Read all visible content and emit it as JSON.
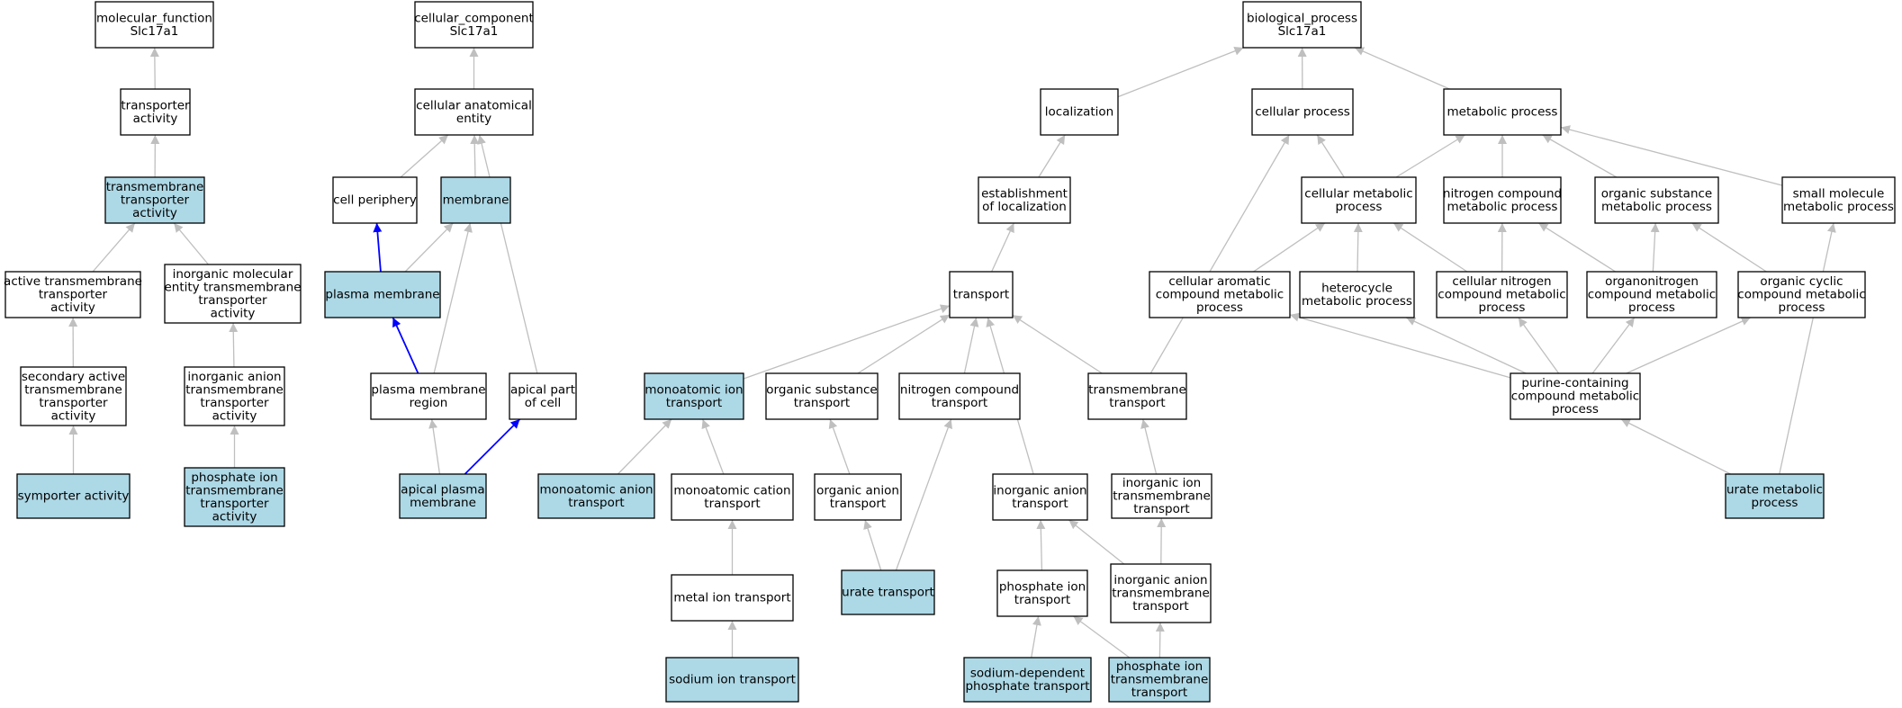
{
  "colors": {
    "highlight": "#add8e6",
    "plain": "#ffffff",
    "edge_grey": "#bfbfbf",
    "edge_blue": "#0000ff"
  },
  "nodes": [
    {
      "id": "mf",
      "lines": [
        "molecular_function",
        "Slc17a1"
      ],
      "hl": false
    },
    {
      "id": "ta",
      "lines": [
        "transporter",
        "activity"
      ],
      "hl": false
    },
    {
      "id": "tmta",
      "lines": [
        "transmembrane",
        "transporter",
        "activity"
      ],
      "hl": true
    },
    {
      "id": "atta",
      "lines": [
        "active transmembrane",
        "transporter",
        "activity"
      ],
      "hl": false
    },
    {
      "id": "imetta",
      "lines": [
        "inorganic molecular",
        "entity transmembrane",
        "transporter",
        "activity"
      ],
      "hl": false
    },
    {
      "id": "satta",
      "lines": [
        "secondary active",
        "transmembrane",
        "transporter",
        "activity"
      ],
      "hl": false
    },
    {
      "id": "iatta",
      "lines": [
        "inorganic anion",
        "transmembrane",
        "transporter",
        "activity"
      ],
      "hl": false
    },
    {
      "id": "sym",
      "lines": [
        "symporter activity"
      ],
      "hl": true
    },
    {
      "id": "pitta",
      "lines": [
        "phosphate ion",
        "transmembrane",
        "transporter",
        "activity"
      ],
      "hl": true
    },
    {
      "id": "cc",
      "lines": [
        "cellular_component",
        "Slc17a1"
      ],
      "hl": false
    },
    {
      "id": "cae",
      "lines": [
        "cellular anatomical",
        "entity"
      ],
      "hl": false
    },
    {
      "id": "cp",
      "lines": [
        "cell periphery"
      ],
      "hl": false
    },
    {
      "id": "mem",
      "lines": [
        "membrane"
      ],
      "hl": true
    },
    {
      "id": "pm",
      "lines": [
        "plasma membrane"
      ],
      "hl": true
    },
    {
      "id": "pmr",
      "lines": [
        "plasma membrane",
        "region"
      ],
      "hl": false
    },
    {
      "id": "apc",
      "lines": [
        "apical part",
        "of cell"
      ],
      "hl": false
    },
    {
      "id": "apm",
      "lines": [
        "apical plasma",
        "membrane"
      ],
      "hl": true
    },
    {
      "id": "bp",
      "lines": [
        "biological_process",
        "Slc17a1"
      ],
      "hl": false
    },
    {
      "id": "loc",
      "lines": [
        "localization"
      ],
      "hl": false
    },
    {
      "id": "cellp",
      "lines": [
        "cellular process"
      ],
      "hl": false
    },
    {
      "id": "metp",
      "lines": [
        "metabolic process"
      ],
      "hl": false
    },
    {
      "id": "eol",
      "lines": [
        "establishment",
        "of localization"
      ],
      "hl": false
    },
    {
      "id": "cmp",
      "lines": [
        "cellular metabolic",
        "process"
      ],
      "hl": false
    },
    {
      "id": "ncmp",
      "lines": [
        "nitrogen compound",
        "metabolic process"
      ],
      "hl": false
    },
    {
      "id": "osmp",
      "lines": [
        "organic substance",
        "metabolic process"
      ],
      "hl": false
    },
    {
      "id": "smmp",
      "lines": [
        "small molecule",
        "metabolic process"
      ],
      "hl": false
    },
    {
      "id": "tr",
      "lines": [
        "transport"
      ],
      "hl": false
    },
    {
      "id": "cacmp",
      "lines": [
        "cellular aromatic",
        "compound metabolic",
        "process"
      ],
      "hl": false
    },
    {
      "id": "hmp",
      "lines": [
        "heterocycle",
        "metabolic process"
      ],
      "hl": false
    },
    {
      "id": "cncmp",
      "lines": [
        "cellular nitrogen",
        "compound metabolic",
        "process"
      ],
      "hl": false
    },
    {
      "id": "oncmp",
      "lines": [
        "organonitrogen",
        "compound metabolic",
        "process"
      ],
      "hl": false
    },
    {
      "id": "occmp",
      "lines": [
        "organic cyclic",
        "compound metabolic",
        "process"
      ],
      "hl": false
    },
    {
      "id": "mit",
      "lines": [
        "monoatomic ion",
        "transport"
      ],
      "hl": true
    },
    {
      "id": "ost",
      "lines": [
        "organic substance",
        "transport"
      ],
      "hl": false
    },
    {
      "id": "nct",
      "lines": [
        "nitrogen compound",
        "transport"
      ],
      "hl": false
    },
    {
      "id": "tmt",
      "lines": [
        "transmembrane",
        "transport"
      ],
      "hl": false
    },
    {
      "id": "pccmp",
      "lines": [
        "purine-containing",
        "compound metabolic",
        "process"
      ],
      "hl": false
    },
    {
      "id": "mat",
      "lines": [
        "monoatomic anion",
        "transport"
      ],
      "hl": true
    },
    {
      "id": "mct",
      "lines": [
        "monoatomic cation",
        "transport"
      ],
      "hl": false
    },
    {
      "id": "oat",
      "lines": [
        "organic anion",
        "transport"
      ],
      "hl": false
    },
    {
      "id": "iat",
      "lines": [
        "inorganic anion",
        "transport"
      ],
      "hl": false
    },
    {
      "id": "iitt",
      "lines": [
        "inorganic ion",
        "transmembrane",
        "transport"
      ],
      "hl": false
    },
    {
      "id": "ump",
      "lines": [
        "urate metabolic",
        "process"
      ],
      "hl": true
    },
    {
      "id": "mett",
      "lines": [
        "metal ion transport"
      ],
      "hl": false
    },
    {
      "id": "ut",
      "lines": [
        "urate transport"
      ],
      "hl": true
    },
    {
      "id": "pit",
      "lines": [
        "phosphate ion",
        "transport"
      ],
      "hl": false
    },
    {
      "id": "iatt",
      "lines": [
        "inorganic anion",
        "transmembrane",
        "transport"
      ],
      "hl": false
    },
    {
      "id": "sit",
      "lines": [
        "sodium ion transport"
      ],
      "hl": true
    },
    {
      "id": "sdpt",
      "lines": [
        "sodium-dependent",
        "phosphate transport"
      ],
      "hl": true
    },
    {
      "id": "pitt",
      "lines": [
        "phosphate ion",
        "transmembrane",
        "transport"
      ],
      "hl": true
    }
  ],
  "edges": [
    {
      "from": "ta",
      "to": "mf",
      "color": "grey"
    },
    {
      "from": "tmta",
      "to": "ta",
      "color": "grey"
    },
    {
      "from": "atta",
      "to": "tmta",
      "color": "grey"
    },
    {
      "from": "imetta",
      "to": "tmta",
      "color": "grey"
    },
    {
      "from": "satta",
      "to": "atta",
      "color": "grey"
    },
    {
      "from": "iatta",
      "to": "imetta",
      "color": "grey"
    },
    {
      "from": "sym",
      "to": "satta",
      "color": "grey"
    },
    {
      "from": "pitta",
      "to": "iatta",
      "color": "grey"
    },
    {
      "from": "cae",
      "to": "cc",
      "color": "grey"
    },
    {
      "from": "cp",
      "to": "cae",
      "color": "grey"
    },
    {
      "from": "mem",
      "to": "cae",
      "color": "grey"
    },
    {
      "from": "apc",
      "to": "cae",
      "color": "grey"
    },
    {
      "from": "pm",
      "to": "cp",
      "color": "blue"
    },
    {
      "from": "pm",
      "to": "mem",
      "color": "grey"
    },
    {
      "from": "pmr",
      "to": "pm",
      "color": "blue"
    },
    {
      "from": "pmr",
      "to": "mem",
      "color": "grey"
    },
    {
      "from": "apm",
      "to": "pmr",
      "color": "grey"
    },
    {
      "from": "apm",
      "to": "apc",
      "color": "blue"
    },
    {
      "from": "loc",
      "to": "bp",
      "color": "grey"
    },
    {
      "from": "cellp",
      "to": "bp",
      "color": "grey"
    },
    {
      "from": "metp",
      "to": "bp",
      "color": "grey"
    },
    {
      "from": "eol",
      "to": "loc",
      "color": "grey"
    },
    {
      "from": "tr",
      "to": "eol",
      "color": "grey"
    },
    {
      "from": "cmp",
      "to": "cellp",
      "color": "grey"
    },
    {
      "from": "cmp",
      "to": "metp",
      "color": "grey"
    },
    {
      "from": "ncmp",
      "to": "metp",
      "color": "grey"
    },
    {
      "from": "osmp",
      "to": "metp",
      "color": "grey"
    },
    {
      "from": "smmp",
      "to": "metp",
      "color": "grey"
    },
    {
      "from": "cacmp",
      "to": "cmp",
      "color": "grey"
    },
    {
      "from": "hmp",
      "to": "cmp",
      "color": "grey"
    },
    {
      "from": "cncmp",
      "to": "cmp",
      "color": "grey"
    },
    {
      "from": "cncmp",
      "to": "ncmp",
      "color": "grey"
    },
    {
      "from": "oncmp",
      "to": "ncmp",
      "color": "grey"
    },
    {
      "from": "oncmp",
      "to": "osmp",
      "color": "grey"
    },
    {
      "from": "occmp",
      "to": "osmp",
      "color": "grey"
    },
    {
      "from": "pccmp",
      "to": "cacmp",
      "color": "grey"
    },
    {
      "from": "pccmp",
      "to": "hmp",
      "color": "grey"
    },
    {
      "from": "pccmp",
      "to": "cncmp",
      "color": "grey"
    },
    {
      "from": "pccmp",
      "to": "oncmp",
      "color": "grey"
    },
    {
      "from": "pccmp",
      "to": "occmp",
      "color": "grey"
    },
    {
      "from": "ump",
      "to": "pccmp",
      "color": "grey"
    },
    {
      "from": "ump",
      "to": "smmp",
      "color": "grey"
    },
    {
      "from": "mit",
      "to": "tr",
      "color": "grey"
    },
    {
      "from": "ost",
      "to": "tr",
      "color": "grey"
    },
    {
      "from": "nct",
      "to": "tr",
      "color": "grey"
    },
    {
      "from": "tmt",
      "to": "tr",
      "color": "grey"
    },
    {
      "from": "tmt",
      "to": "cellp",
      "color": "grey"
    },
    {
      "from": "iat",
      "to": "tr",
      "color": "grey"
    },
    {
      "from": "mat",
      "to": "mit",
      "color": "grey"
    },
    {
      "from": "mct",
      "to": "mit",
      "color": "grey"
    },
    {
      "from": "oat",
      "to": "ost",
      "color": "grey"
    },
    {
      "from": "mett",
      "to": "mct",
      "color": "grey"
    },
    {
      "from": "sit",
      "to": "mett",
      "color": "grey"
    },
    {
      "from": "ut",
      "to": "oat",
      "color": "grey"
    },
    {
      "from": "ut",
      "to": "nct",
      "color": "grey"
    },
    {
      "from": "iitt",
      "to": "tmt",
      "color": "grey"
    },
    {
      "from": "pit",
      "to": "iat",
      "color": "grey"
    },
    {
      "from": "iatt",
      "to": "iat",
      "color": "grey"
    },
    {
      "from": "iatt",
      "to": "iitt",
      "color": "grey"
    },
    {
      "from": "sdpt",
      "to": "pit",
      "color": "grey"
    },
    {
      "from": "pitt",
      "to": "pit",
      "color": "grey"
    },
    {
      "from": "pitt",
      "to": "iatt",
      "color": "grey"
    }
  ]
}
